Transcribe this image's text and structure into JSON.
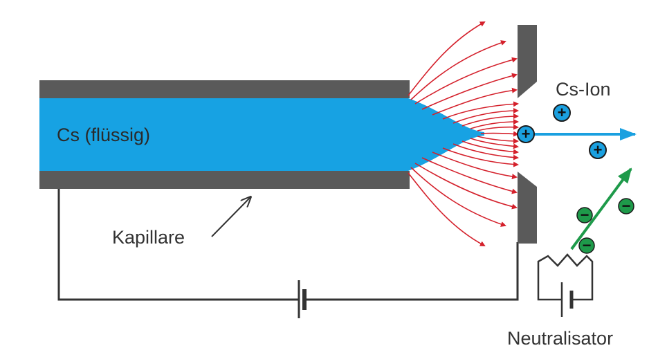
{
  "labels": {
    "liquid": "Cs (flüssig)",
    "ion": "Cs-Ion",
    "capillary": "Kapillare",
    "neutralizer": "Neutralisator"
  },
  "ion_symbol": "+",
  "electron_symbol": "−",
  "colors": {
    "capillary_wall": "#5a5a5a",
    "cesium": "#17a2e3",
    "field_lines": "#d4202b",
    "ion_fill": "#1aa0e0",
    "electron_fill": "#1e9a4a",
    "electron_beam": "#1e9a4a",
    "ion_beam": "#1aa0e0",
    "wire": "#333333"
  }
}
